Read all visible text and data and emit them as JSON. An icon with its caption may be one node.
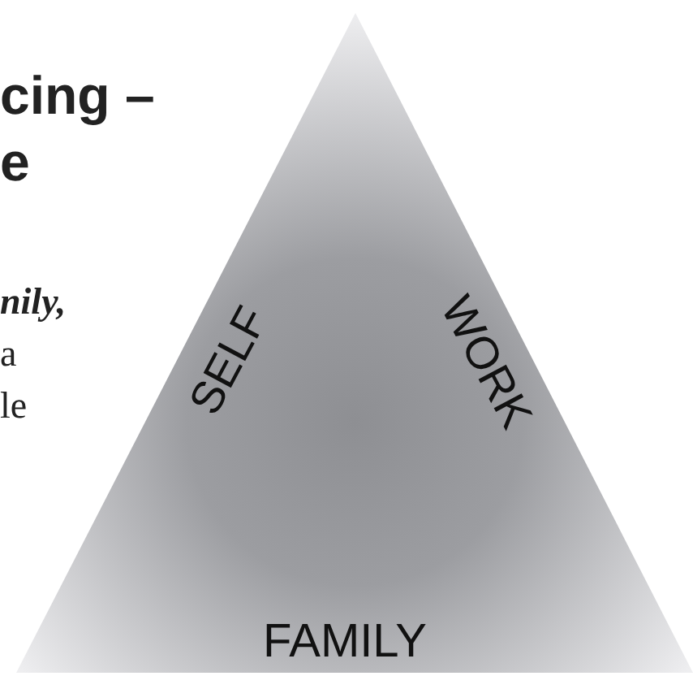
{
  "diagram": {
    "nodes": [
      {
        "text": [
          "SELF",
          "WORK",
          "FAMILY"
        ]
      }
    ],
    "labels": [
      "cing –",
      "e",
      "nily,",
      "a",
      "le"
    ]
  }
}
